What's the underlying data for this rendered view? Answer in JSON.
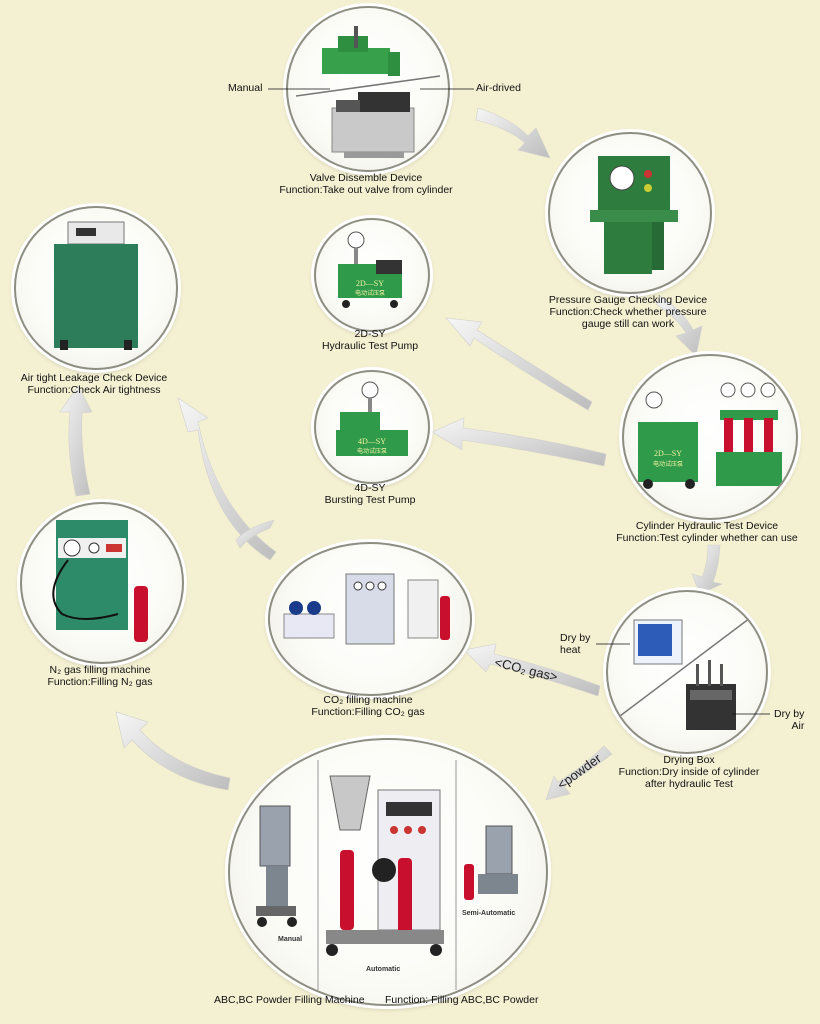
{
  "nodes": {
    "valve": {
      "left_tag": "Manual",
      "right_tag": "Air-drived",
      "title": "Valve Dissemble Device",
      "function": "Function:Take out valve from cylinder"
    },
    "pressure": {
      "title": "Pressure Gauge Checking Device",
      "function_1": "Function:Check whether pressure",
      "function_2": "gauge still can work"
    },
    "pump2d": {
      "machine_text": "2D—SY",
      "machine_sub": "电动试压泵",
      "title": "2D-SY",
      "subtitle": "Hydraulic Test Pump"
    },
    "pump4d": {
      "machine_text": "4D—SY",
      "machine_sub": "电动试压泵",
      "title": "4D-SY",
      "subtitle": "Bursting Test Pump"
    },
    "airtight": {
      "title": "Air tight Leakage Check Device",
      "function": "Function:Check Air tightness"
    },
    "cylinder": {
      "machine_text": "2D—SY",
      "machine_sub": "电动试压泵",
      "title": "Cylinder Hydraulic Test Device",
      "function": "Function:Test cylinder whether can use"
    },
    "n2": {
      "title": "N₂ gas filling machine",
      "function": "Function:Filling N₂ gas"
    },
    "co2": {
      "title": "CO₂ filling machine",
      "function": "Function:Filling CO₂ gas"
    },
    "drying": {
      "tag_heat_1": "Dry by",
      "tag_heat_2": "heat",
      "tag_air_1": "Dry by",
      "tag_air_2": "Air",
      "title": "Drying Box",
      "function_1": "Function:Dry inside of cylinder",
      "function_2": "after hydraulic Test"
    },
    "powder": {
      "manual": "Manual",
      "automatic": "Automatic",
      "semi": "Semi-Automatic",
      "title": "ABC,BC Powder Filling Machine",
      "function": "Function: Filling ABC,BC Powder"
    }
  },
  "flows": {
    "co2_gas": "<CO₂ gas>",
    "powder": "<powder"
  },
  "colors": {
    "background": "#f4f0d2",
    "machine_green": "#2e8b57",
    "arrow": "#d2d2d2",
    "extinguisher_red": "#c8102e"
  }
}
